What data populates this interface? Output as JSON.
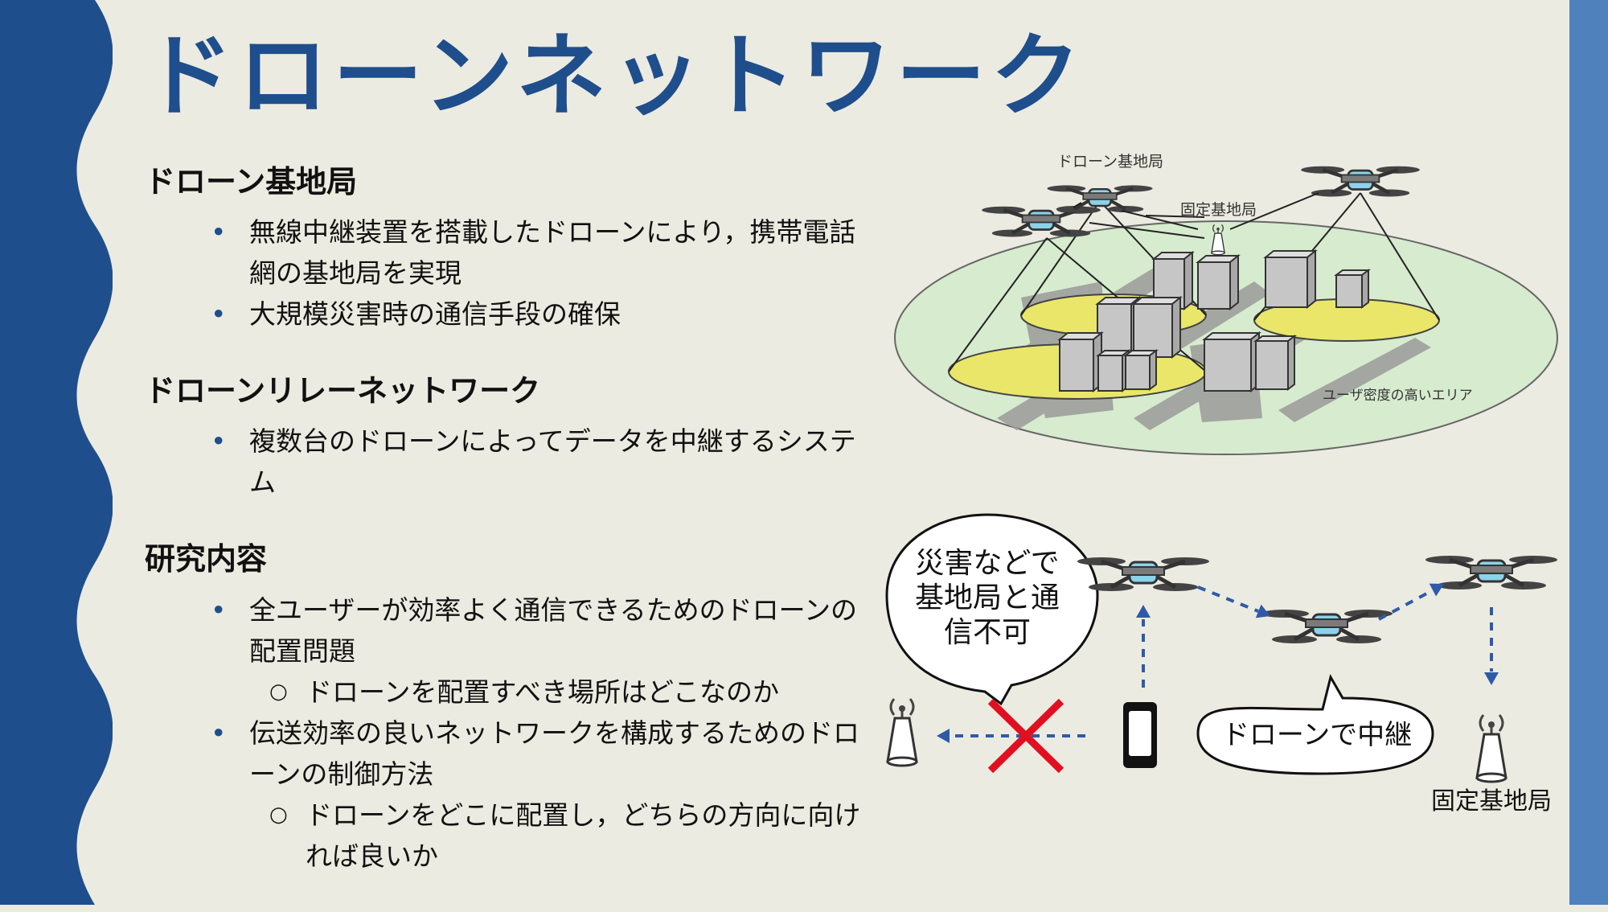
{
  "title": "ドローンネットワーク",
  "sections": [
    {
      "heading": "ドローン基地局",
      "bullets": [
        {
          "text": "無線中継装置を搭載したドローンにより，携帯電話網の基地局を実現"
        },
        {
          "text": "大規模災害時の通信手段の確保"
        }
      ]
    },
    {
      "heading": "ドローンリレーネットワーク",
      "bullets": [
        {
          "text": "複数台のドローンによってデータを中継するシステム"
        }
      ]
    },
    {
      "heading": "研究内容",
      "bullets": [
        {
          "text": "全ユーザーが効率よく通信できるためのドローンの配置問題",
          "sub": "ドローンを配置すべき場所はどこなのか"
        },
        {
          "text": "伝送効率の良いネットワークを構成するためのドローンの制御方法",
          "sub": "ドローンをどこに配置し，どちらの方向に向ければ良いか"
        }
      ]
    }
  ],
  "bullet_symbol": "•",
  "sub_bullet_symbol": "○",
  "diagram_top": {
    "drone_base_label": "ドローン基地局",
    "fixed_base_label": "固定基地局",
    "area_label": "ユーザ密度の高いエリア"
  },
  "diagram_bottom": {
    "speech_line1": "災害などで",
    "speech_line2": "基地局と通",
    "speech_line3": "信不可",
    "relay_label": "ドローンで中継",
    "fixed_base_label": "固定基地局"
  },
  "colors": {
    "accent": "#1f4e8c",
    "right_bar": "#4f81bd",
    "background": "#ecebe1",
    "ground": "#d7ebcf",
    "coverage": "#e9e66a",
    "cross": "#e01020",
    "arrow": "#2f5aa8"
  }
}
